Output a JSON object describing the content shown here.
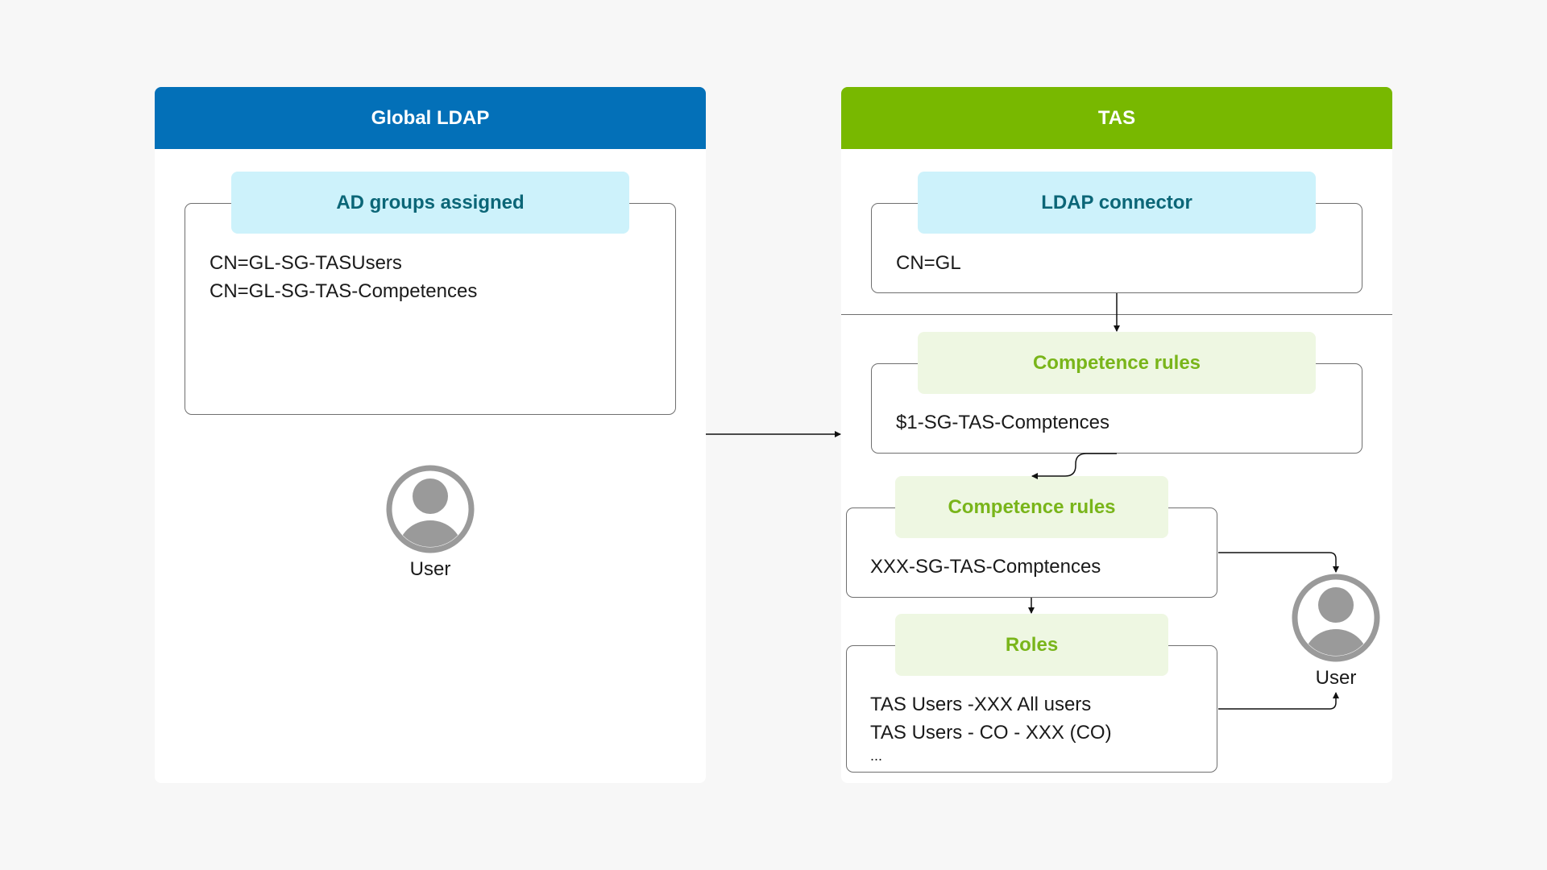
{
  "left_panel": {
    "title": "Global LDAP",
    "header_color": "#0370b8",
    "card": {
      "tab_label": "AD groups assigned",
      "lines": [
        "CN=GL-SG-TASUsers",
        "CN=GL-SG-TAS-Competences"
      ]
    },
    "user": {
      "icon": "user-avatar-icon",
      "label": "User"
    }
  },
  "right_panel": {
    "title": "TAS",
    "header_color": "#78b800",
    "ldap_card": {
      "tab_label": "LDAP connector",
      "lines": [
        "CN=GL"
      ]
    },
    "competence_card_1": {
      "tab_label": "Competence rules",
      "lines": [
        "$1-SG-TAS-Comptences"
      ]
    },
    "competence_card_2": {
      "tab_label": "Competence rules",
      "lines": [
        "XXX-SG-TAS-Comptences"
      ]
    },
    "roles_card": {
      "tab_label": "Roles",
      "lines": [
        "TAS Users -XXX All users",
        "TAS Users - CO - XXX (CO)",
        "..."
      ]
    },
    "user": {
      "icon": "user-avatar-icon",
      "label": "User"
    }
  }
}
